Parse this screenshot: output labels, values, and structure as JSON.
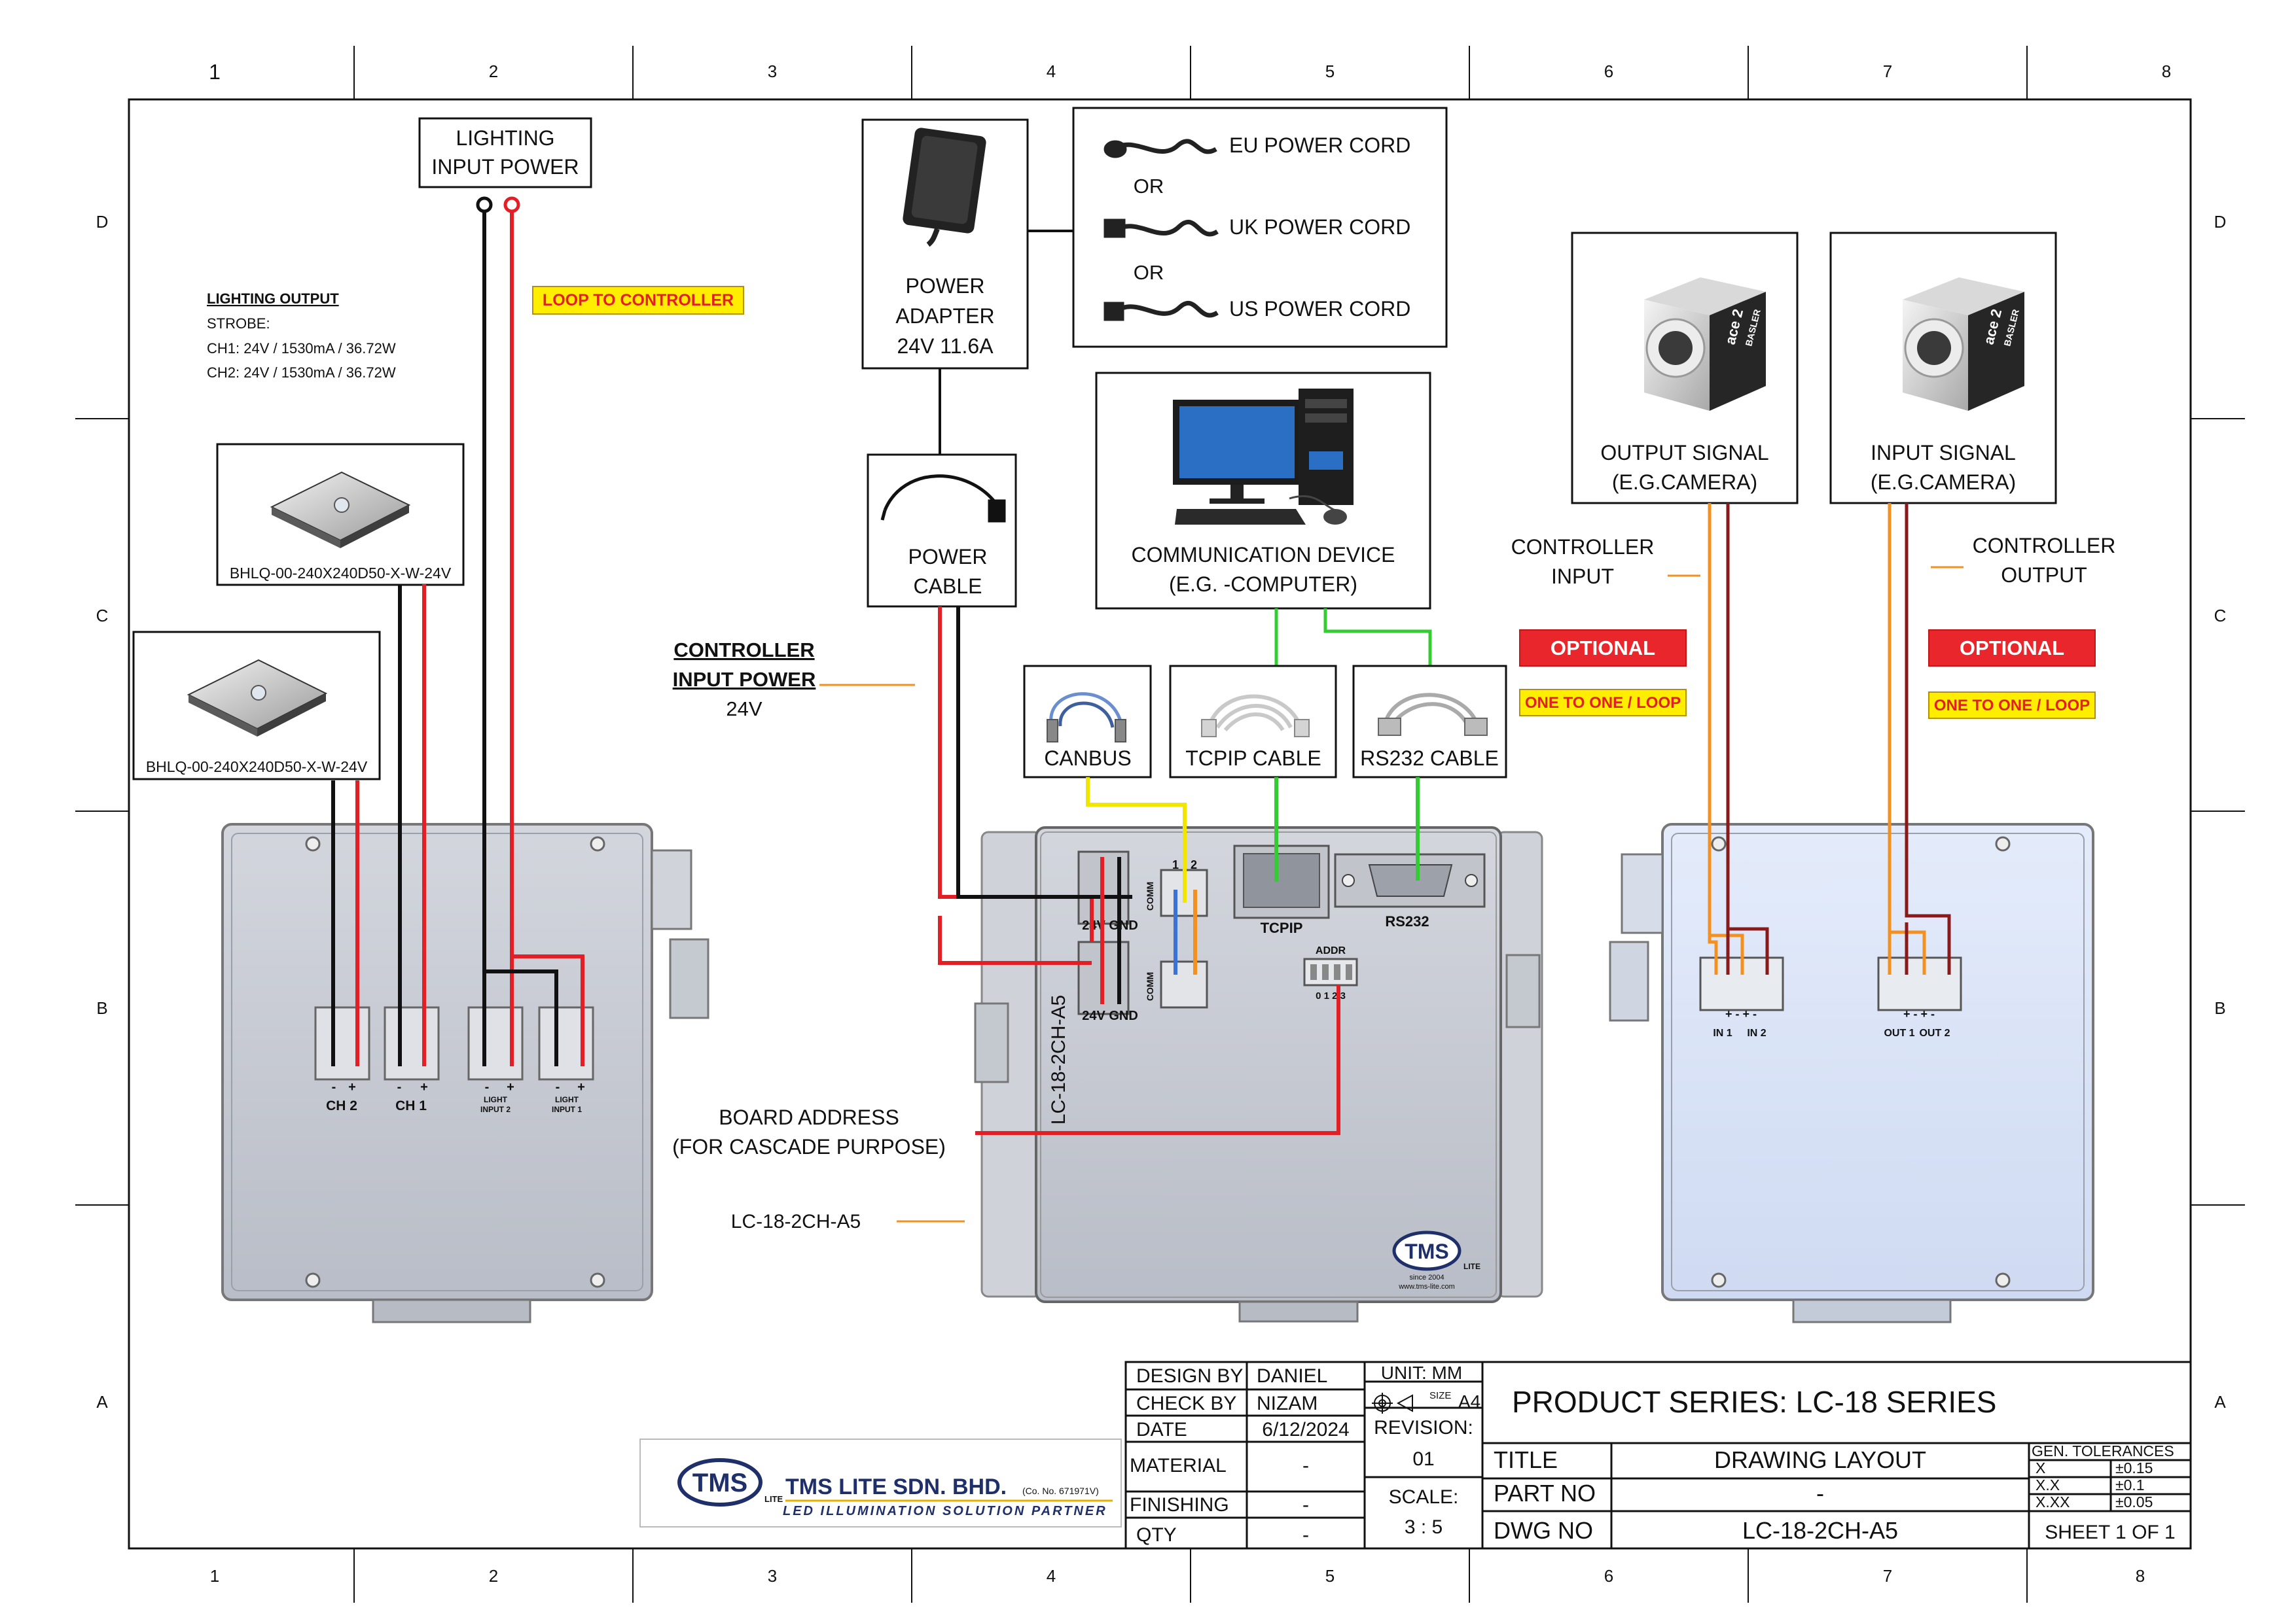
{
  "frame": {
    "col_labels": [
      "1",
      "2",
      "3",
      "4",
      "5",
      "6",
      "7",
      "8"
    ],
    "row_labels": [
      "D",
      "C",
      "B",
      "A"
    ]
  },
  "lighting": {
    "input_power": [
      "LIGHTING",
      "INPUT POWER"
    ],
    "loop_tag": "LOOP TO CONTROLLER",
    "output_title": "LIGHTING OUTPUT",
    "output_lines": [
      "STROBE:",
      "CH1: 24V / 1530mA / 36.72W",
      "CH2: 24V / 1530mA / 36.72W"
    ],
    "light_model_1": "BHLQ-00-240X240D50-X-W-24V",
    "light_model_2": "BHLQ-00-240X240D50-X-W-24V"
  },
  "power": {
    "adapter": [
      "POWER",
      "ADAPTER",
      "24V 11.6A"
    ],
    "cords": [
      "EU POWER CORD",
      "OR",
      "UK POWER CORD",
      "OR",
      "US POWER CORD"
    ],
    "cable": [
      "POWER",
      "CABLE"
    ],
    "ctrl_input_power": [
      "CONTROLLER",
      "INPUT POWER",
      "24V"
    ]
  },
  "comm": {
    "device": [
      "COMMUNICATION DEVICE",
      "(E.G. -COMPUTER)"
    ],
    "canbus": "CANBUS",
    "tcpip_cable": "TCPIP CABLE",
    "rs232_cable": "RS232 CABLE"
  },
  "cameras": {
    "output_signal": [
      "OUTPUT SIGNAL",
      "(E.G.CAMERA)"
    ],
    "input_signal": [
      "INPUT SIGNAL",
      "(E.G.CAMERA)"
    ],
    "ctrl_input": [
      "CONTROLLER",
      "INPUT"
    ],
    "ctrl_output": [
      "CONTROLLER",
      "OUTPUT"
    ],
    "optional": "OPTIONAL",
    "one_to_one": "ONE TO ONE / LOOP",
    "camera_brand": [
      "ace 2",
      "BASLER"
    ]
  },
  "left_panel": {
    "terminal_labels": [
      "CH 2",
      "CH 1",
      "LIGHT",
      "INPUT 2",
      "LIGHT",
      "INPUT 1"
    ],
    "polarity": [
      "-",
      "+",
      "-",
      "+",
      "-",
      "+",
      "-",
      "+"
    ]
  },
  "center_panel": {
    "gnd_label_1": "24V GND",
    "gnd_label_2": "24V GND",
    "comm_label": "COMM",
    "pins": [
      "1",
      "2"
    ],
    "tcpip": "TCPIP",
    "rs232": "RS232",
    "addr": "ADDR",
    "addr_pins": "0 1 2 3",
    "model": "LC-18-2CH-A5",
    "logo": "TMS",
    "logo_sub": "LITE",
    "since": "since 2004",
    "url": "www.tms-lite.com"
  },
  "right_panel": {
    "in_polarity": "+  -  +  -",
    "in_labels": [
      "IN 1",
      "IN 2"
    ],
    "out_polarity": "+  -  +  -",
    "out_labels": [
      "OUT 1",
      "OUT 2"
    ]
  },
  "callouts": {
    "board_address": [
      "BOARD ADDRESS",
      "(FOR CASCADE PURPOSE)"
    ],
    "model": "LC-18-2CH-A5"
  },
  "title_block": {
    "design_by_label": "DESIGN BY",
    "design_by": "DANIEL",
    "check_by_label": "CHECK BY",
    "check_by": "NIZAM",
    "date_label": "DATE",
    "date": "6/12/2024",
    "material_label": "MATERIAL",
    "material": "-",
    "finishing_label": "FINISHING",
    "finishing": "-",
    "qty_label": "QTY",
    "qty": "-",
    "unit": "UNIT:  MM",
    "size_label": "SIZE",
    "size": "A4",
    "revision_label": "REVISION:",
    "revision": "01",
    "scale_label": "SCALE:",
    "scale": "3 : 5",
    "product_series": "PRODUCT SERIES: LC-18 SERIES",
    "title_label": "TITLE",
    "title": "DRAWING LAYOUT",
    "part_no_label": "PART NO",
    "part_no": "-",
    "dwg_no_label": "DWG NO",
    "dwg_no": "LC-18-2CH-A5",
    "gen_tol_label": "GEN. TOLERANCES",
    "tolerances": [
      [
        "X",
        "±0.15"
      ],
      [
        "X.X",
        "±0.1"
      ],
      [
        "X.XX",
        "±0.05"
      ]
    ],
    "sheet": "SHEET 1 OF 1",
    "company_logo": "TMS",
    "company_logo_sub": "LITE",
    "company": "TMS LITE SDN. BHD.",
    "company_reg": "(Co. No. 671971V)",
    "tagline": "LED ILLUMINATION SOLUTION PARTNER"
  },
  "colors": {
    "red_wire": "#e31e24",
    "black_wire": "#111111",
    "green_wire": "#33cc33",
    "yellow_wire": "#f2e600",
    "orange_wire": "#f39020",
    "darkred_wire": "#8a1a1a",
    "panel_grey": "#c9cdd6",
    "panel_blue": "#dce6f8",
    "tag_yellow": "#ffee00",
    "tag_red": "#e8262b"
  }
}
